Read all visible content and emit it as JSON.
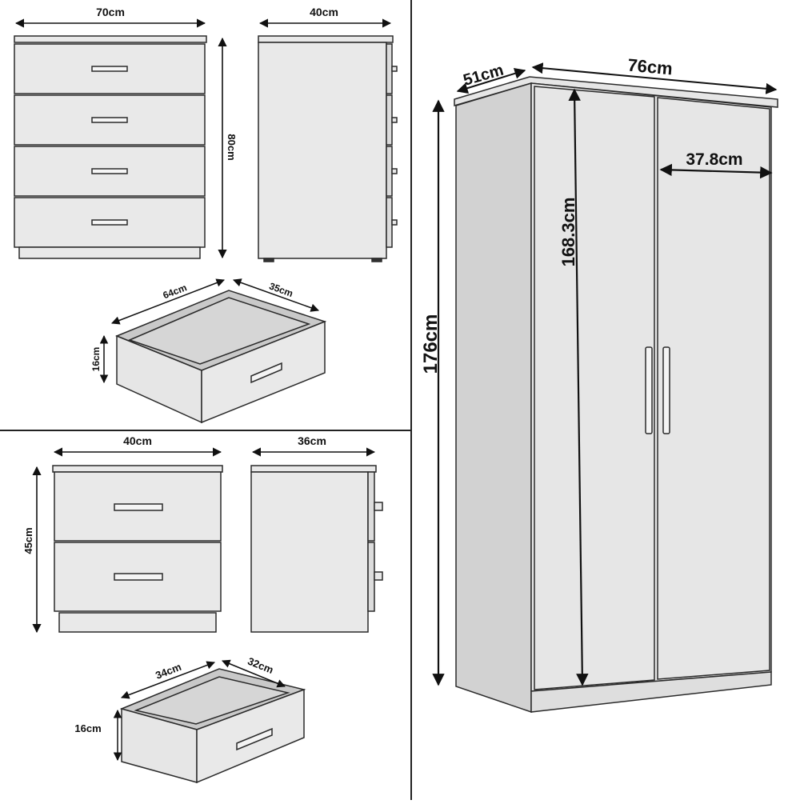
{
  "colors": {
    "panel": "#e9e9e9",
    "panel_dark": "#d2d2d2",
    "inside": "#c9c9c9",
    "line": "#2a2a2a",
    "divider": "#222222",
    "background": "#ffffff"
  },
  "chest": {
    "width_label": "70cm",
    "depth_label": "40cm",
    "height_label": "80cm"
  },
  "chest_drawer": {
    "width_label": "64cm",
    "depth_label": "35cm",
    "height_label": "16cm"
  },
  "bedside": {
    "width_label": "40cm",
    "depth_label": "36cm",
    "height_label": "45cm"
  },
  "bedside_drawer": {
    "width_label": "34cm",
    "depth_label": "32cm",
    "height_label": "16cm"
  },
  "wardrobe": {
    "depth_label": "51cm",
    "width_label": "76cm",
    "height_label": "176cm",
    "inner_height_label": "168.3cm",
    "door_width_label": "37.8cm"
  }
}
